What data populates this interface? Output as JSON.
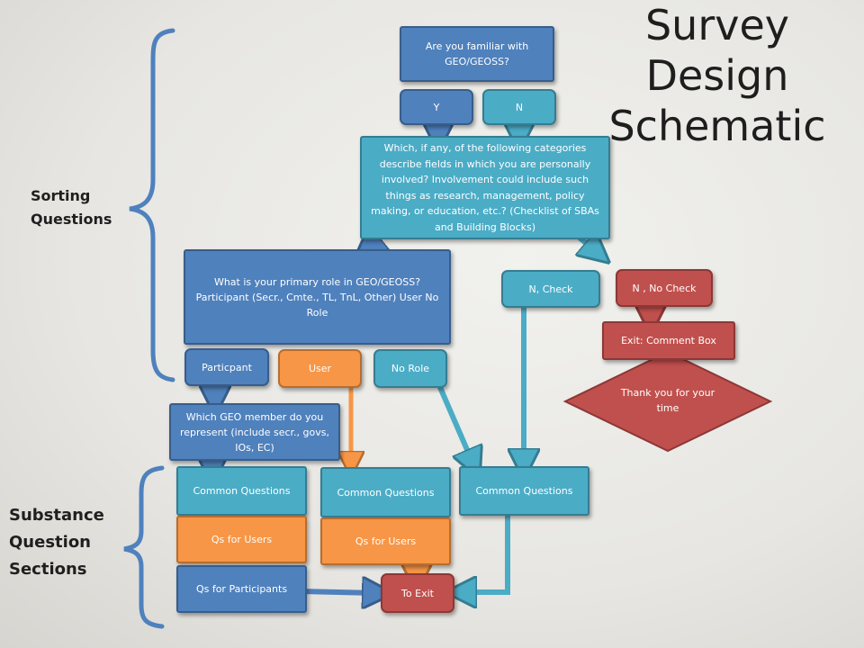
{
  "title": {
    "line1": "Survey Design",
    "line2": "Schematic"
  },
  "side_labels": {
    "sorting": {
      "line1": "Sorting",
      "line2": "Questions"
    },
    "substance": {
      "line1": "Substance",
      "line2": "Question",
      "line3": "Sections"
    }
  },
  "nodes": {
    "familiar": "Are you familiar with GEO/GEOSS?",
    "yes": "Y",
    "no": "N",
    "categories": "Which, if any, of the following categories describe fields in which you are personally involved?  Involvement could include such things as research, management, policy making, or education, etc.? (Checklist of SBAs and Building Blocks)",
    "role": {
      "line1": "What is your primary role in GEO/GEOSS?",
      "line2": "Participant (Secr., Cmte., TL, TnL, Other)",
      "line3": "User",
      "line4": "No Role"
    },
    "n_check": "N, Check",
    "n_no_check": "N , No Check",
    "exit_comment": "Exit: Comment Box",
    "thank_you": "Thank you for your time",
    "participant": "Particpant",
    "user": "User",
    "no_role": "No Role",
    "geo_member": "Which GEO member do you represent (include secr., govs, IOs, EC)",
    "common_1": "Common Questions",
    "qs_users_1": "Qs for Users",
    "qs_participants": "Qs for Participants",
    "common_2": "Common Questions",
    "qs_users_2": "Qs for Users",
    "common_3": "Common Questions",
    "to_exit": "To Exit"
  },
  "colors": {
    "blue": "#4f81bd",
    "teal": "#4bacc6",
    "orange": "#f79646",
    "red": "#c0504d",
    "brace": "#4f81bd"
  }
}
